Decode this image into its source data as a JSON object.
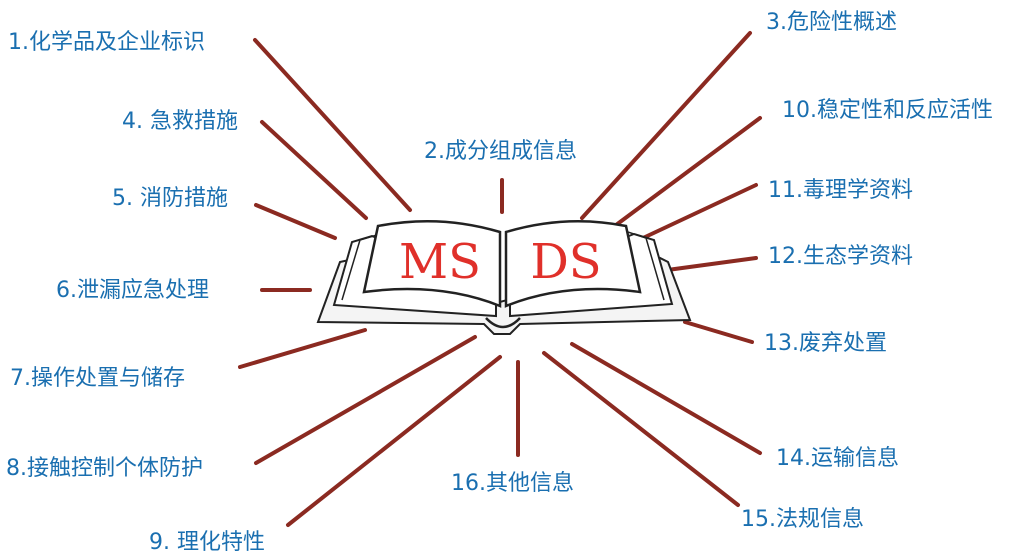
{
  "book": {
    "left_text": "MS",
    "right_text": "DS",
    "text_color": "#e0302a",
    "outline_color": "#222222"
  },
  "colors": {
    "label": "#1a6fb0",
    "ray": "#8b2a21"
  },
  "sections": [
    {
      "id": "s1",
      "label": "1.化学品及企业标识"
    },
    {
      "id": "s2",
      "label": "2.成分组成信息"
    },
    {
      "id": "s3",
      "label": "3.危险性概述"
    },
    {
      "id": "s4",
      "label": "4. 急救措施"
    },
    {
      "id": "s5",
      "label": "5. 消防措施"
    },
    {
      "id": "s6",
      "label": "6.泄漏应急处理"
    },
    {
      "id": "s7",
      "label": "7.操作处置与储存"
    },
    {
      "id": "s8",
      "label": "8.接触控制个体防护"
    },
    {
      "id": "s9",
      "label": "9. 理化特性"
    },
    {
      "id": "s10",
      "label": "10.稳定性和反应活性"
    },
    {
      "id": "s11",
      "label": "11.毒理学资料"
    },
    {
      "id": "s12",
      "label": "12.生态学资料"
    },
    {
      "id": "s13",
      "label": "13.废弃处置"
    },
    {
      "id": "s14",
      "label": "14.运输信息"
    },
    {
      "id": "s15",
      "label": "15.法规信息"
    },
    {
      "id": "s16",
      "label": "16.其他信息"
    }
  ]
}
